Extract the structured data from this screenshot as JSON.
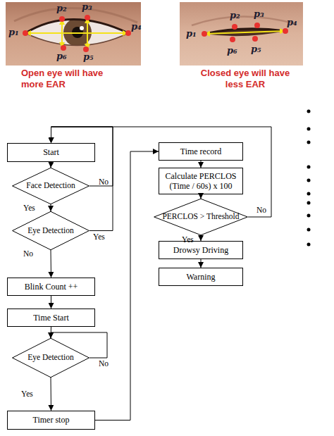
{
  "diagram": {
    "nodes": [
      {
        "text": [
          "Start"
        ]
      },
      {
        "text": [
          "Face Detection"
        ]
      },
      {
        "text": [
          "Eye Detection"
        ]
      },
      {
        "text": [
          "Blink Count ++"
        ]
      },
      {
        "text": [
          "Time Start"
        ]
      },
      {
        "text": [
          "Eye Detection"
        ]
      },
      {
        "text": [
          "Timer stop"
        ]
      },
      {
        "text": [
          "Time record"
        ]
      },
      {
        "text": [
          "Calculate PERCLOS (Time / 60s) x 100"
        ]
      },
      {
        "text": [
          "PERCLOS > Threshold"
        ]
      },
      {
        "text": [
          "Drowsy Driving"
        ]
      },
      {
        "text": [
          "Warning"
        ]
      }
    ],
    "edges": [
      {
        "from": 0,
        "to": 1,
        "arrow": "to"
      },
      {
        "from": 1,
        "to": 2,
        "label": "Yes",
        "arrow": "to"
      },
      {
        "from": 1,
        "to": 0,
        "label": "No",
        "arrow": "to"
      },
      {
        "from": 2,
        "to": 0,
        "label": "Yes",
        "arrow": "to"
      },
      {
        "from": 2,
        "to": 3,
        "label": "No",
        "arrow": "to"
      },
      {
        "from": 3,
        "to": 4,
        "arrow": "to"
      },
      {
        "from": 4,
        "to": 5,
        "arrow": "to"
      },
      {
        "from": 5,
        "to": 5,
        "label": "No",
        "arrow": "to"
      },
      {
        "from": 5,
        "to": 6,
        "label": "Yes",
        "arrow": "to"
      },
      {
        "from": 6,
        "to": 7,
        "arrow": "to"
      },
      {
        "from": 7,
        "to": 8,
        "arrow": "to"
      },
      {
        "from": 8,
        "to": 9,
        "arrow": "to"
      },
      {
        "from": 9,
        "to": 10,
        "label": "Yes",
        "arrow": "to"
      },
      {
        "from": 10,
        "to": 11,
        "arrow": "to"
      },
      {
        "from": 9,
        "to": 0,
        "label": "No",
        "arrow": "to"
      }
    ],
    "labels": [
      "p₂",
      "p₃",
      "p₁",
      "p₄",
      "p₆",
      "p₅",
      "Open eye will have more EAR",
      "p₂",
      "p₃",
      "p₁",
      "p₄",
      "p₆",
      "p₅",
      "Closed eye will have less EAR"
    ]
  }
}
